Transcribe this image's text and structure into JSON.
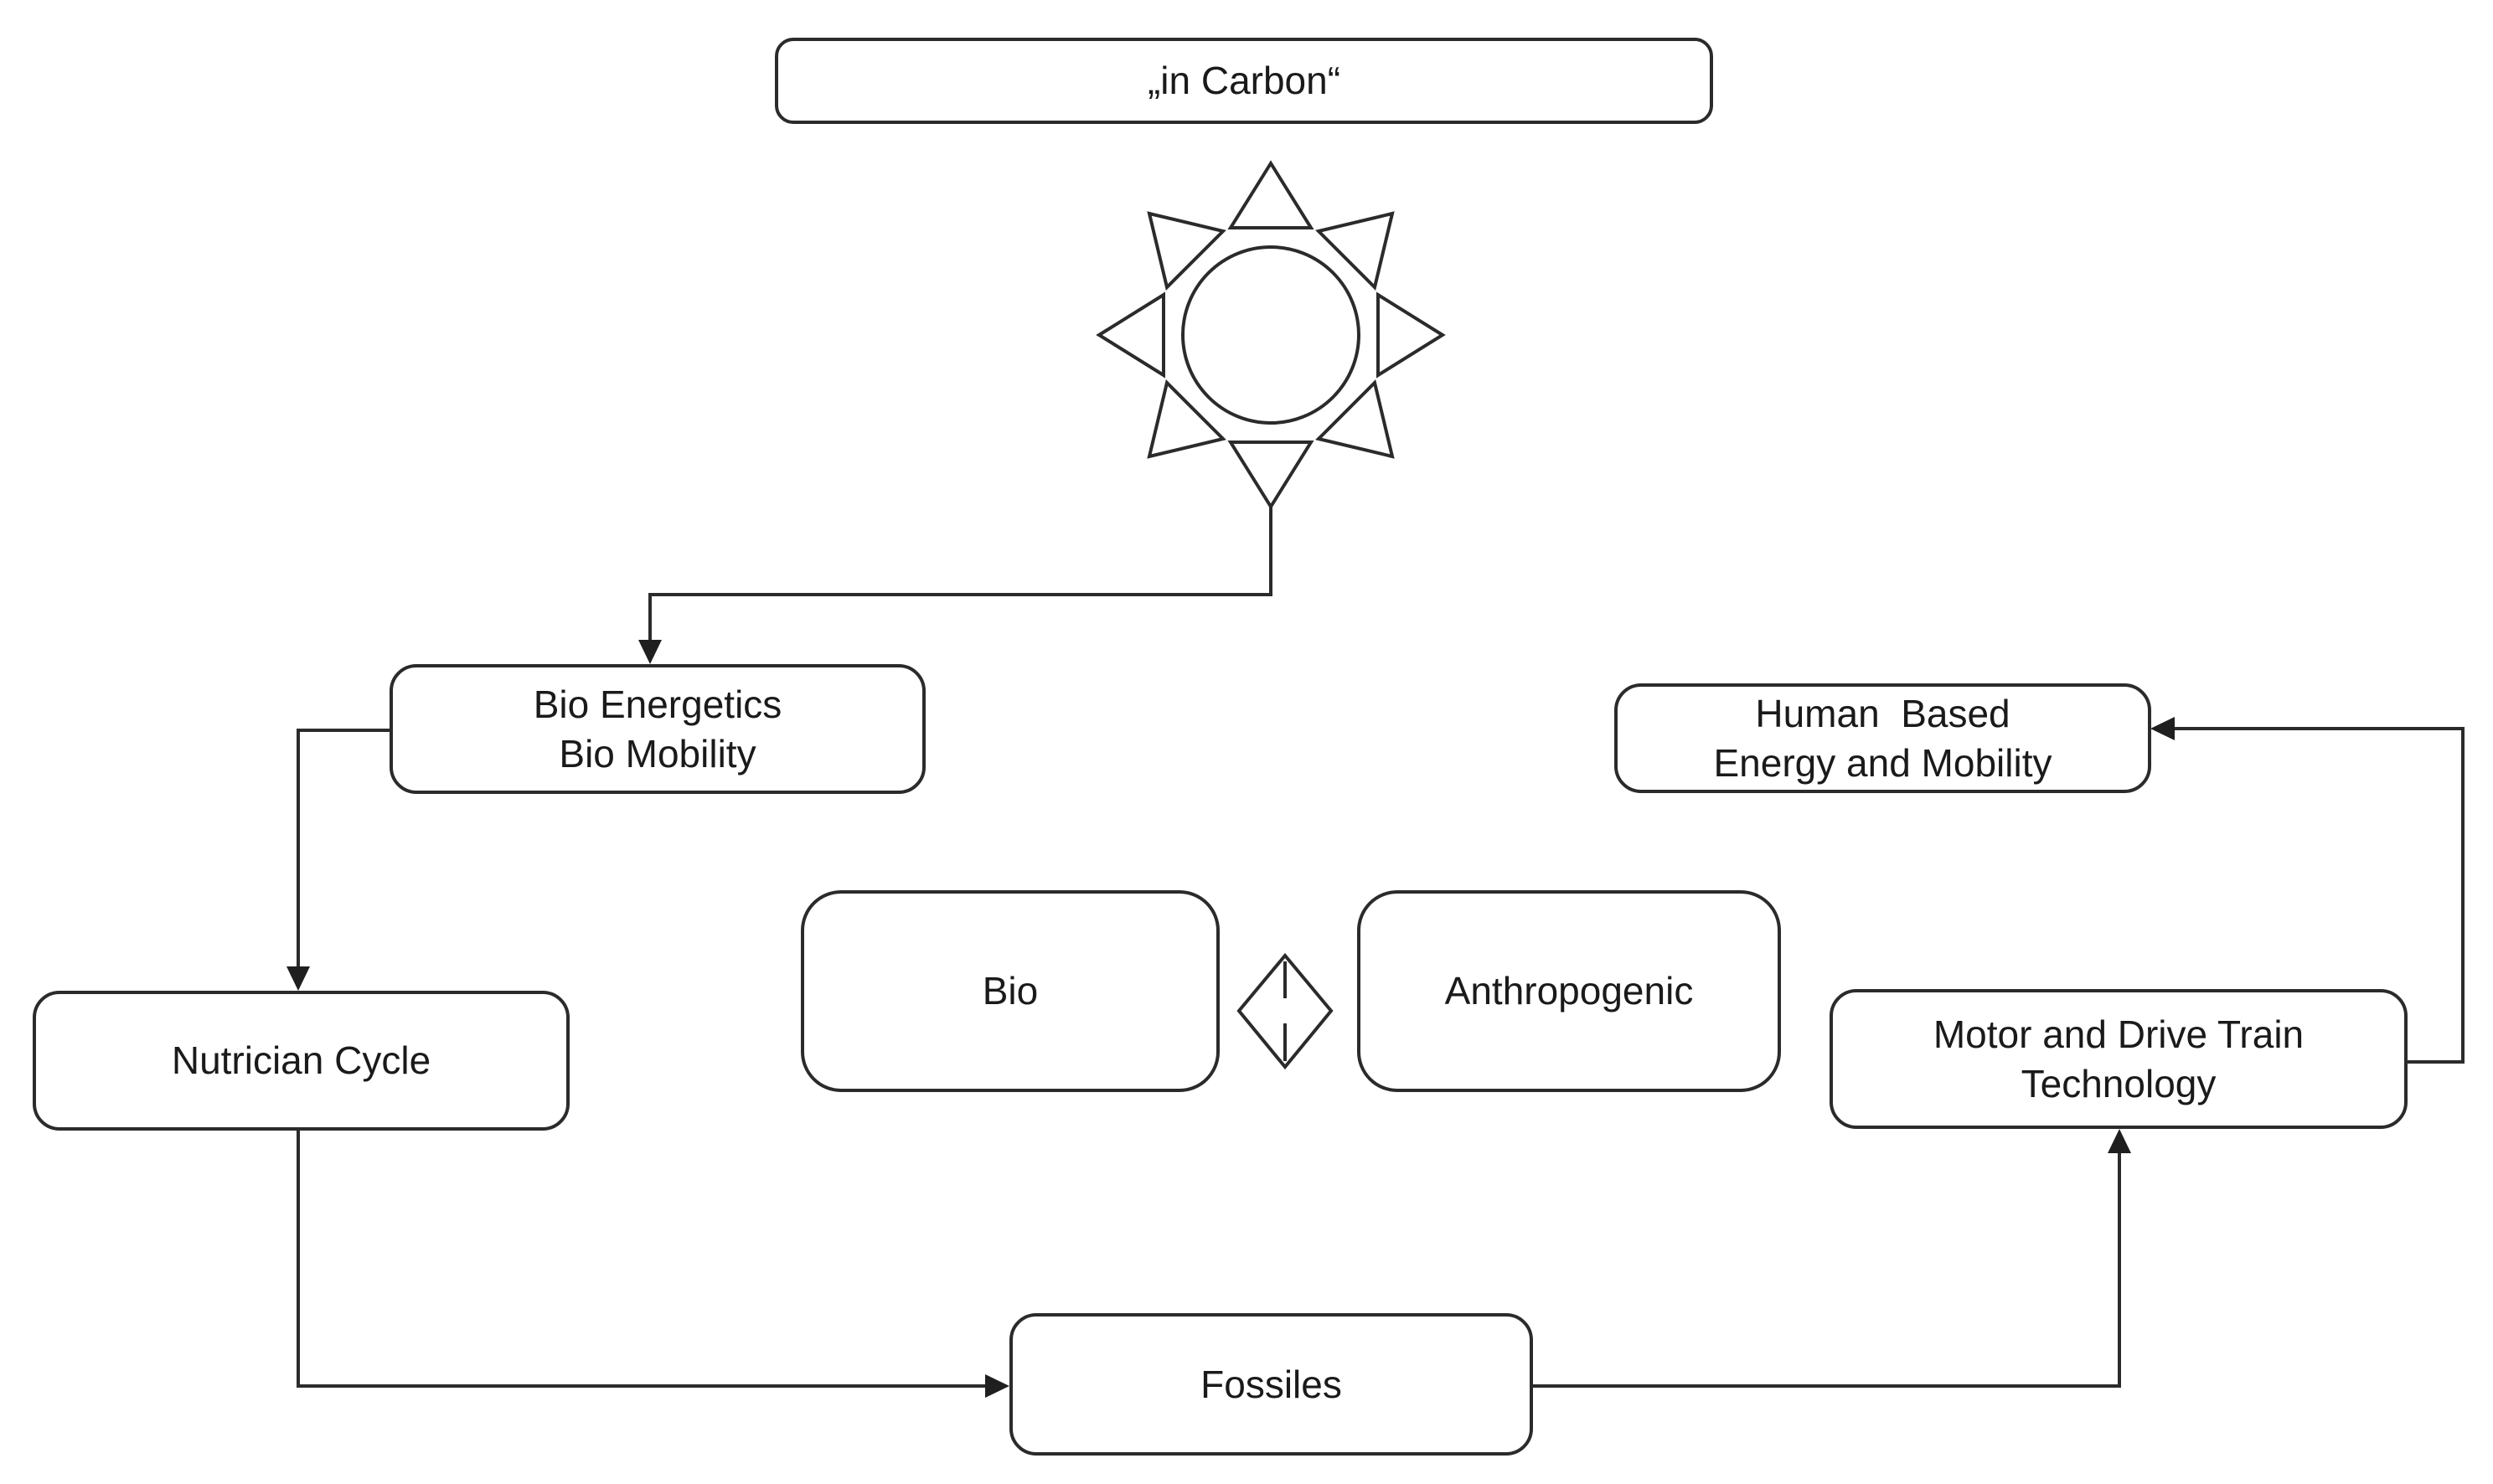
{
  "diagram": {
    "background": "#ffffff",
    "stroke_color": "#2b2b2b",
    "text_color": "#1a1a1a",
    "nodes": {
      "in_carbon": {
        "label": "„in Carbon“"
      },
      "bio_energetics": {
        "line1": "Bio Energetics",
        "line2": "Bio Mobility"
      },
      "human_based": {
        "line1": "Human  Based",
        "line2": "Energy and Mobility"
      },
      "bio": {
        "label": "Bio"
      },
      "anthropogenic": {
        "label": "Anthropogenic"
      },
      "nutrician_cycle": {
        "label": "Nutrician Cycle"
      },
      "motor_drive_train": {
        "line1": "Motor and Drive Train",
        "line2": "Technology"
      },
      "fossiles": {
        "label": "Fossiles"
      }
    },
    "icons": {
      "sun": "sun-icon",
      "diamond": "diamond-link-icon"
    },
    "edges": [
      {
        "from": "sun",
        "to": "bio_energetics"
      },
      {
        "from": "bio_energetics",
        "to": "nutrician_cycle"
      },
      {
        "from": "nutrician_cycle",
        "to": "fossiles"
      },
      {
        "from": "fossiles",
        "to": "motor_drive_train"
      },
      {
        "from": "motor_drive_train",
        "to": "human_based"
      }
    ]
  }
}
